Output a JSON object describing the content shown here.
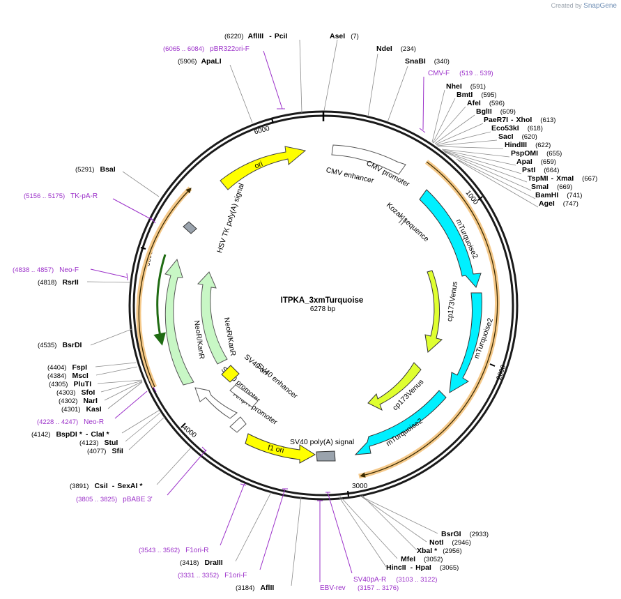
{
  "credit": {
    "prefix": "Created by",
    "brand": "SnapGene"
  },
  "plasmid": {
    "name": "ITPKA_3xmTurquoise",
    "length": "6278 bp"
  },
  "ticks": [
    "1000",
    "2000",
    "3000",
    "4000",
    "5000",
    "6000"
  ],
  "enzymes_right_top": [
    {
      "name": "AseI",
      "pos": "(7)"
    },
    {
      "name": "NdeI",
      "pos": "(234)"
    },
    {
      "name": "SnaBI",
      "pos": "(340)"
    },
    {
      "name": "NheI",
      "pos": "(591)"
    },
    {
      "name": "BmtI",
      "pos": "(595)"
    },
    {
      "name": "AfeI",
      "pos": "(596)"
    },
    {
      "name": "BglII",
      "pos": "(609)"
    },
    {
      "name": "PaeR7I",
      "pos": "",
      "name2": "XhoI",
      "pos2": "(613)"
    },
    {
      "name": "Eco53kI",
      "pos": "(618)"
    },
    {
      "name": "SacI",
      "pos": "(620)"
    },
    {
      "name": "HindIII",
      "pos": "(622)"
    },
    {
      "name": "PspOMI",
      "pos": "(655)"
    },
    {
      "name": "ApaI",
      "pos": "(659)"
    },
    {
      "name": "PstI",
      "pos": "(664)"
    },
    {
      "name": "TspMI",
      "pos": "",
      "name2": "XmaI",
      "pos2": "(667)"
    },
    {
      "name": "SmaI",
      "pos": "(669)"
    },
    {
      "name": "BamHI",
      "pos": "(741)"
    },
    {
      "name": "AgeI",
      "pos": "(747)"
    }
  ],
  "enzymes_left": [
    {
      "name": "AflIII",
      "name2": "PciI",
      "pos": "(6220)"
    },
    {
      "name": "ApaLI",
      "pos": "(5906)"
    },
    {
      "name": "BsaI",
      "pos": "(5291)"
    },
    {
      "name": "RsrII",
      "pos": "(4818)"
    },
    {
      "name": "BsrDI",
      "pos": "(4535)"
    },
    {
      "name": "FspI",
      "pos": "(4404)"
    },
    {
      "name": "MscI",
      "pos": "(4384)"
    },
    {
      "name": "PluTI",
      "pos": "(4305)"
    },
    {
      "name": "SfoI",
      "pos": "(4303)"
    },
    {
      "name": "NarI",
      "pos": "(4302)"
    },
    {
      "name": "KasI",
      "pos": "(4301)"
    },
    {
      "name": "BspDI *",
      "name2": "ClaI *",
      "pos": "(4142)"
    },
    {
      "name": "StuI",
      "pos": "(4123)"
    },
    {
      "name": "SfiI",
      "pos": "(4077)"
    },
    {
      "name": "CsiI",
      "name2": "SexAI *",
      "pos": "(3891)"
    },
    {
      "name": "DraIII",
      "pos": "(3418)"
    },
    {
      "name": "AflII",
      "pos": "(3184)"
    }
  ],
  "enzymes_right_bottom": [
    {
      "name": "BsrGI",
      "pos": "(2933)"
    },
    {
      "name": "NotI",
      "pos": "(2946)"
    },
    {
      "name": "XbaI *",
      "pos": "(2956)"
    },
    {
      "name": "MfeI",
      "pos": "(3052)"
    },
    {
      "name": "HincII",
      "name2": "HpaI",
      "pos": "(3065)"
    }
  ],
  "primers": [
    {
      "name": "pBR322ori-F",
      "range": "(6065 .. 6084)"
    },
    {
      "name": "CMV-F",
      "range": "(519 .. 539)"
    },
    {
      "name": "TK-pA-R",
      "range": "(5156 .. 5175)"
    },
    {
      "name": "Neo-F",
      "range": "(4838 .. 4857)"
    },
    {
      "name": "Neo-R",
      "range": "(4228 .. 4247)"
    },
    {
      "name": "pBABE 3'",
      "range": "(3805 .. 3825)"
    },
    {
      "name": "F1ori-R",
      "range": "(3543 .. 3562)"
    },
    {
      "name": "F1ori-F",
      "range": "(3331 .. 3352)"
    },
    {
      "name": "EBV-rev",
      "range": ""
    },
    {
      "name": "SV40pA-R",
      "range": "(3103 .. 3122)"
    },
    {
      "name": "",
      "range": "(3157 .. 3176)"
    }
  ],
  "features": {
    "ori": "ori",
    "cmv_enhancer": "CMV enhancer",
    "cmv_promoter": "CMV promoter",
    "kozak": "Kozak sequence",
    "mturq1": "mTurquoise2",
    "cp173a": "cp173Venus",
    "mturq2": "mTurquoise2",
    "cp173b": "cp173Venus",
    "mturq3": "mTurquoise2",
    "sv40pa": "SV40 poly(A) signal",
    "f1ori": "f1 ori",
    "ampr_promoter": "AmpR promoter",
    "sv40_promoter": "SV40 promoter",
    "sv40_enhancer": "SV40 enhancer",
    "sv40_ori": "SV40 ori",
    "neokan_outer": "NeoR/KanR",
    "neokan_inner": "NeoR/KanR",
    "hsv_tk": "HSV TK poly(A) signal"
  },
  "colors": {
    "backbone": "#1a1a1a",
    "enzyme_line": "#8a8a8a",
    "primer": "#9b30c9",
    "ori_yellow": "#ffff00",
    "cyan": "#00f0ff",
    "venus": "#dfff30",
    "neo_green": "#c8f7c5",
    "orf_orange": "#f5c98a",
    "grey_box": "#9aa3ad"
  }
}
